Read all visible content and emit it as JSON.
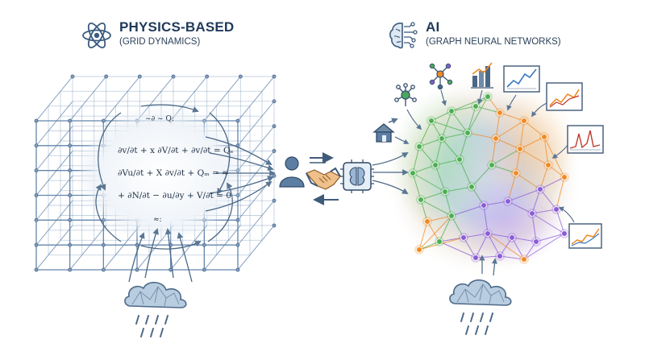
{
  "left_panel": {
    "title": "PHYSICS-BASED",
    "subtitle": "(GRID DYNAMICS)",
    "icon": "atom-icon",
    "equations": [
      "~∂    ~ Q:",
      "∂v/∂t + x ∂V/∂t + ∂v/∂t = Qₑ",
      "∂Vu/∂t + X ∂v/∂t + Qₘ = ≈",
      "+ ∂N/∂t − ∂u/∂y + V/∂t = 0",
      "≈:"
    ]
  },
  "right_panel": {
    "title": "AI",
    "subtitle": "(GRAPH NEURAL NETWORKS)",
    "icon": "brain-circuit-icon"
  },
  "center": {
    "icons": [
      "person-icon",
      "handshake-icon",
      "chip-brain-icon",
      "arrow-right-icon",
      "arrow-left-icon"
    ]
  },
  "colors": {
    "grid": "#5b7fa8",
    "title": "#1f3a5a",
    "green": "#4caf50",
    "orange": "#f08a24",
    "purple": "#8a5cd6",
    "cloud": "#9fb8cf"
  }
}
